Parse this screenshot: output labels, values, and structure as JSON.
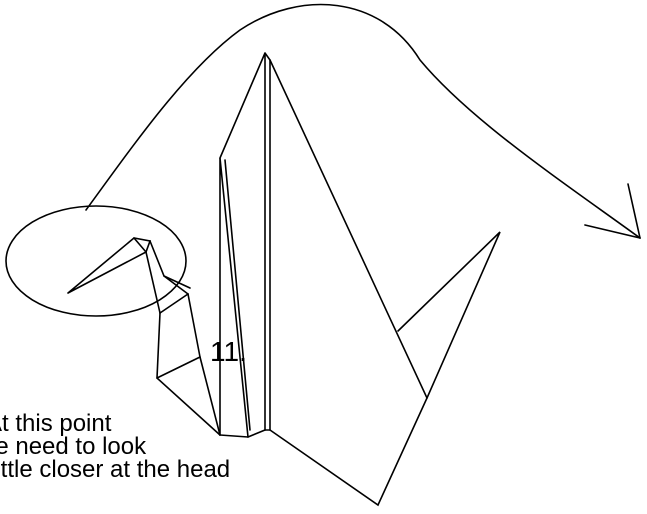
{
  "diagram": {
    "step_number": "11.",
    "caption_lines": [
      "At this point",
      "we need to look",
      "a little closer at the head"
    ],
    "colors": {
      "ink": "#000000",
      "background": "#ffffff"
    },
    "icons": {
      "crane": "origami-crane-icon",
      "arrow": "curved-arrow-icon",
      "focus": "focus-ellipse-icon"
    }
  }
}
